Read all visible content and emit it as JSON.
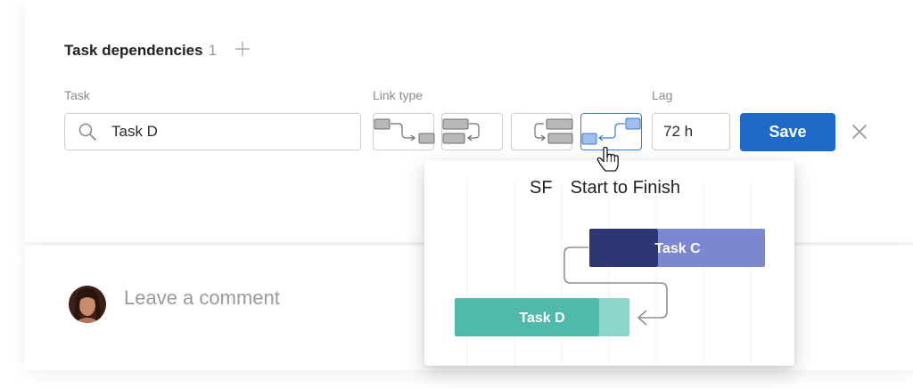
{
  "dependencies": {
    "title": "Task dependencies",
    "count": "1",
    "labels": {
      "task": "Task",
      "link_type": "Link type",
      "lag": "Lag"
    },
    "task_value": "Task D",
    "lag_value": "72 h",
    "save_label": "Save",
    "selected_link_type": "SF"
  },
  "tooltip": {
    "code": "SF",
    "name": "Start to Finish",
    "bars": {
      "upper": "Task C",
      "lower": "Task D"
    }
  },
  "comment": {
    "placeholder": "Leave a comment"
  },
  "colors": {
    "accent": "#1e6ac8",
    "selected_border": "#3c7bd5",
    "task_c_dark": "#2c3773",
    "task_c_light": "#7b87cf",
    "task_d": "#4fbaa9",
    "task_d_light": "#8dd4ca"
  }
}
